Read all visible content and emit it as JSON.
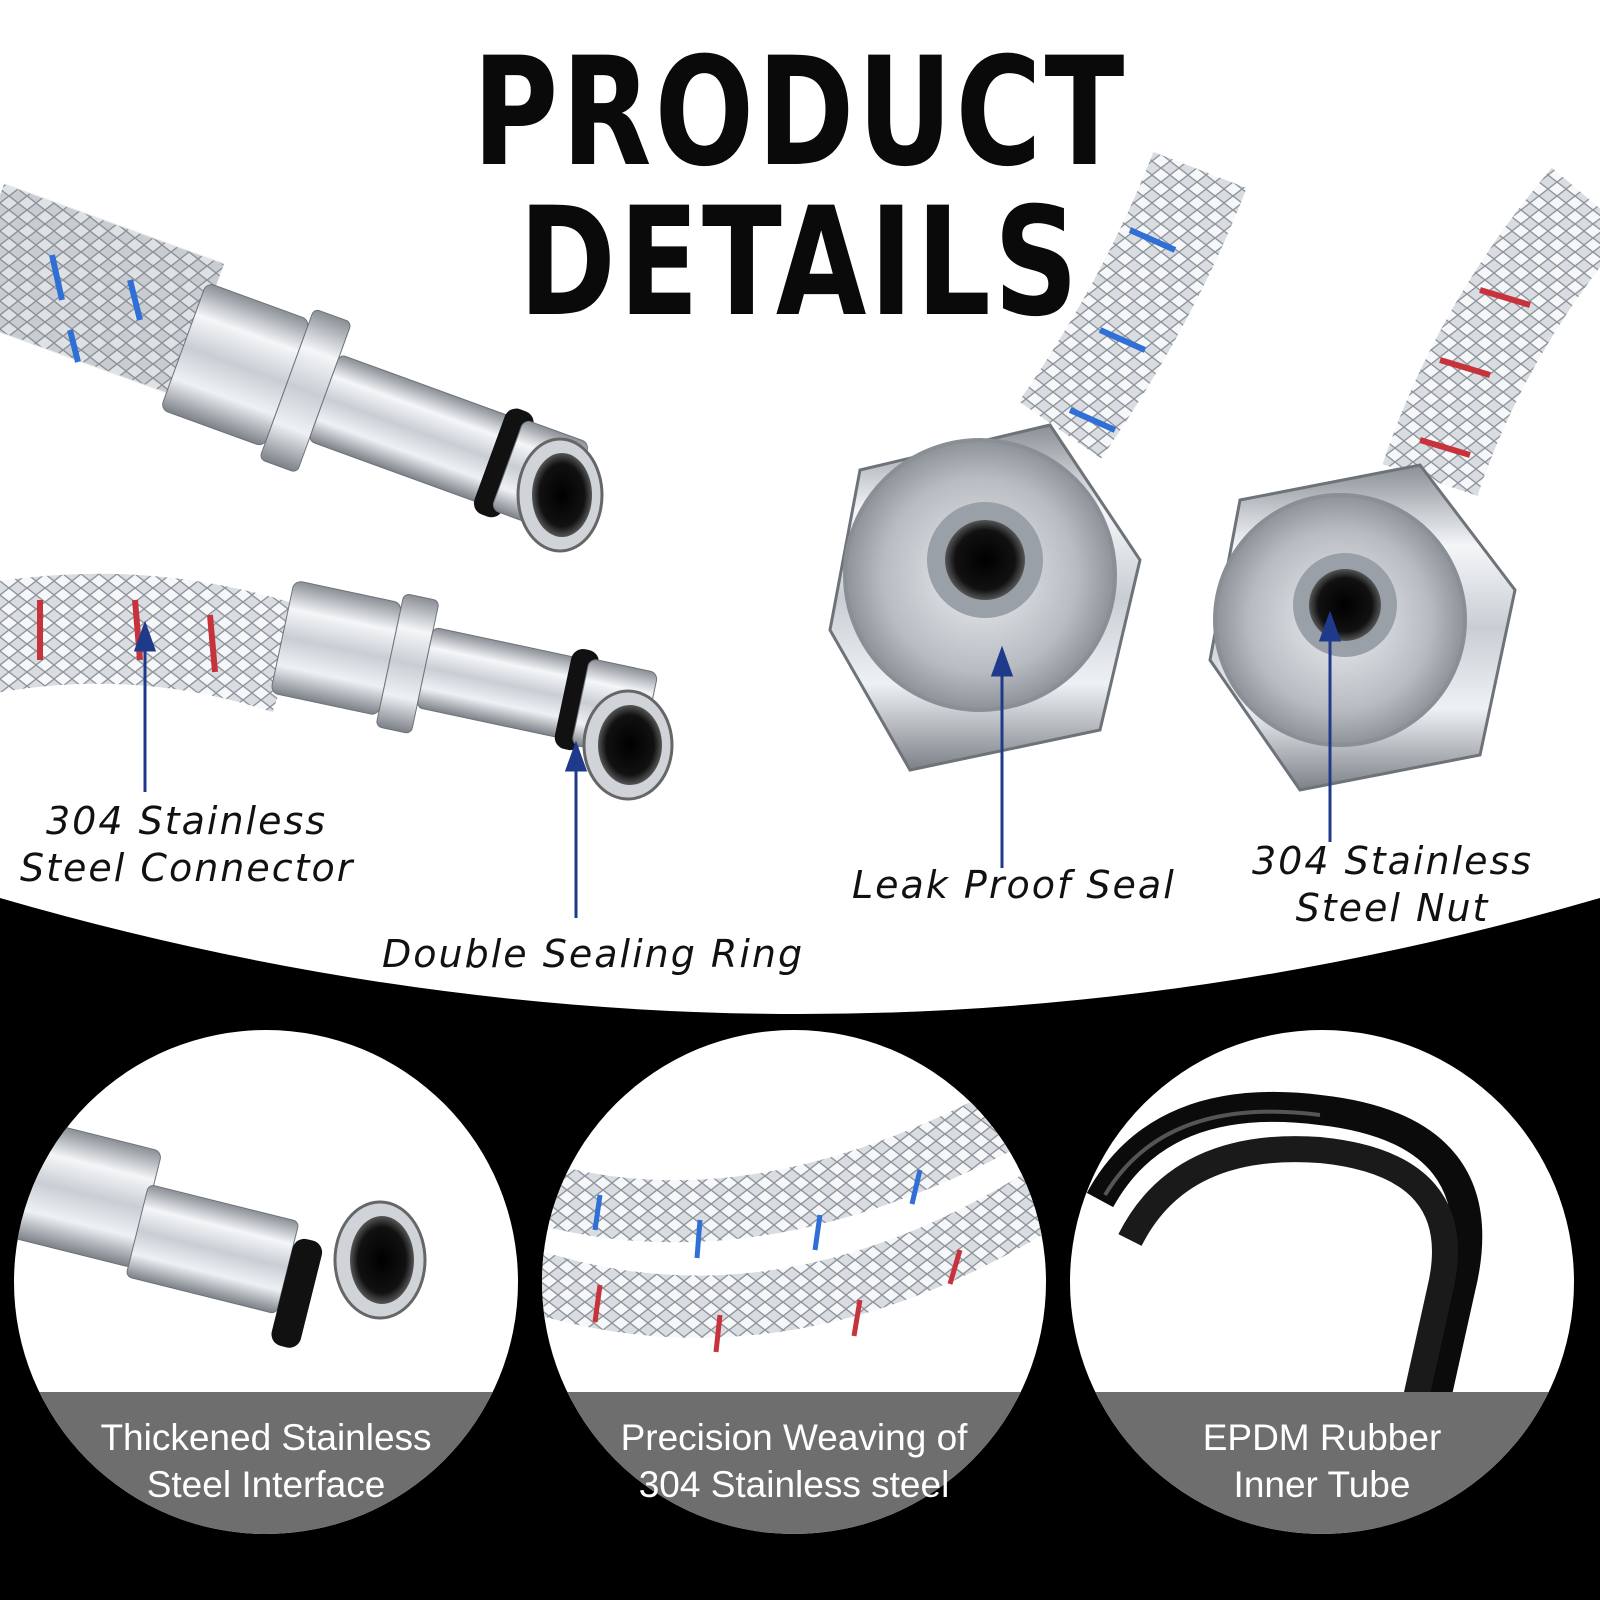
{
  "headline": "PRODUCT DETAILS",
  "callouts": [
    {
      "lines": [
        "304 Stainless",
        "Steel Connector"
      ]
    },
    {
      "lines": [
        "Double Sealing Ring"
      ]
    },
    {
      "lines": [
        "Leak Proof Seal"
      ]
    },
    {
      "lines": [
        "304 Stainless",
        "Steel Nut"
      ]
    }
  ],
  "features": [
    {
      "lines": [
        "Thickened Stainless",
        "Steel Interface"
      ]
    },
    {
      "lines": [
        "Precision Weaving of",
        "304 Stainless steel"
      ]
    },
    {
      "lines": [
        "EPDM Rubber",
        "Inner Tube"
      ]
    }
  ],
  "colors": {
    "pointer": "#1f3a8a",
    "black_band": "#000000",
    "caption_band": "#6e6e6e",
    "stripe_blue": "#2f6fd6",
    "stripe_red": "#c8323a"
  },
  "icons": [
    "braided-hose",
    "hex-nut",
    "male-fitting",
    "o-ring",
    "rubber-tube"
  ]
}
